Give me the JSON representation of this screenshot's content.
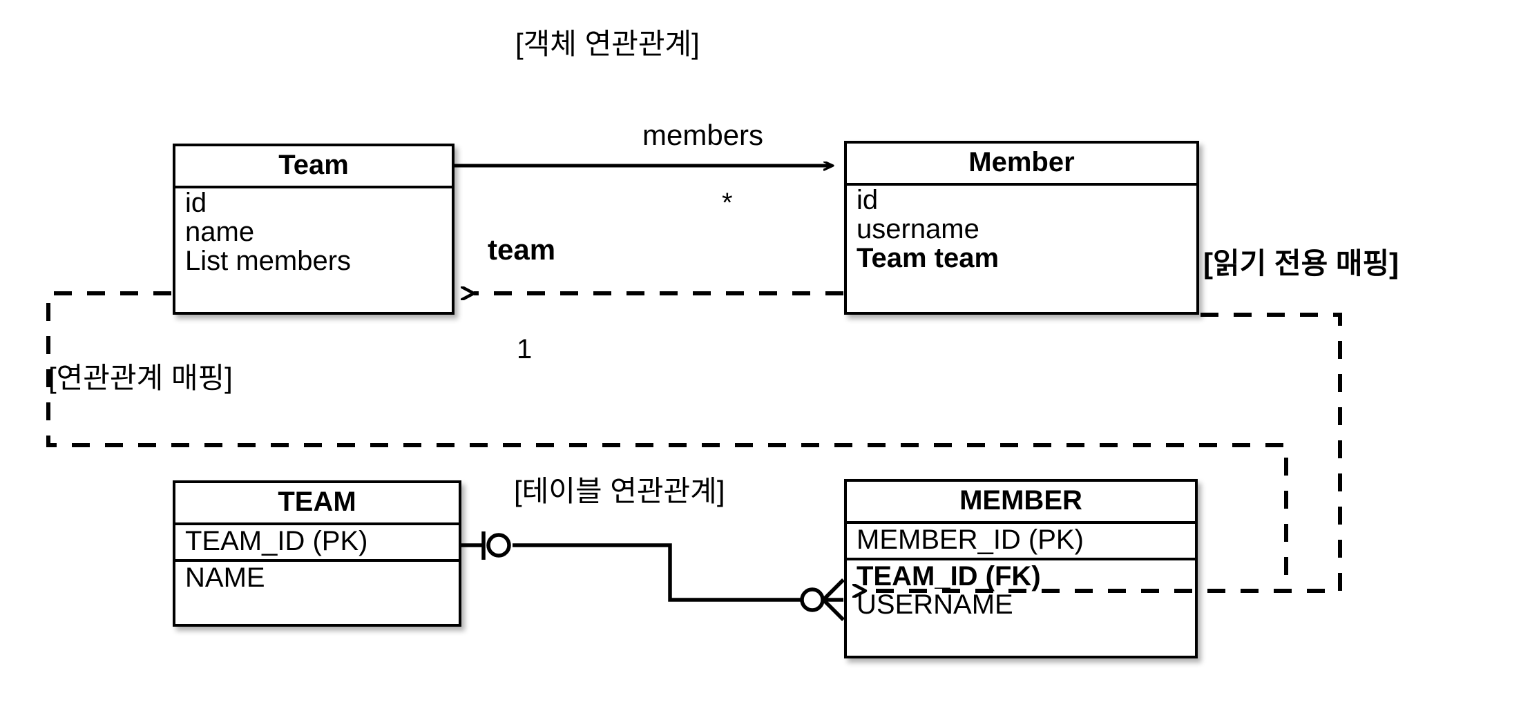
{
  "diagram": {
    "title": "[객체 연관관계]",
    "table_section_title": "[테이블 연관관계]",
    "annotations": {
      "assoc_mapping": "[연관관계 매핑]",
      "read_only_mapping": "[읽기 전용 매핑]"
    },
    "colors": {
      "line": "#000000",
      "box_fill": "#ffffff",
      "text": "#000000"
    }
  },
  "object_model": {
    "team": {
      "name": "Team",
      "fields": [
        {
          "label": "id",
          "bold": false
        },
        {
          "label": "name",
          "bold": false
        },
        {
          "label": "List members",
          "bold": false
        }
      ]
    },
    "member": {
      "name": "Member",
      "fields": [
        {
          "label": "id",
          "bold": false
        },
        {
          "label": "username",
          "bold": false
        },
        {
          "label": "Team team",
          "bold": true
        }
      ]
    },
    "associations": [
      {
        "name": "members",
        "role_label": "members",
        "multiplicity": "*",
        "style": "solid",
        "direction": "team-to-member"
      },
      {
        "name": "team",
        "role_label": "team",
        "multiplicity": "1",
        "style": "dashed",
        "direction": "member-to-team"
      }
    ]
  },
  "table_model": {
    "team_table": {
      "name": "TEAM",
      "columns": [
        {
          "label": "TEAM_ID (PK)",
          "bold": false,
          "separator_above": true
        },
        {
          "label": "NAME",
          "bold": false,
          "separator_above": true
        }
      ]
    },
    "member_table": {
      "name": "MEMBER",
      "columns": [
        {
          "label": "MEMBER_ID (PK)",
          "bold": false,
          "separator_above": true
        },
        {
          "label": "TEAM_ID (FK)",
          "bold": true,
          "separator_above": true
        },
        {
          "label": "USERNAME",
          "bold": false,
          "separator_above": false
        }
      ]
    },
    "relationship": {
      "left_cardinality": "one-and-only-one",
      "right_cardinality": "zero-or-many",
      "notation": "crows-foot"
    }
  }
}
